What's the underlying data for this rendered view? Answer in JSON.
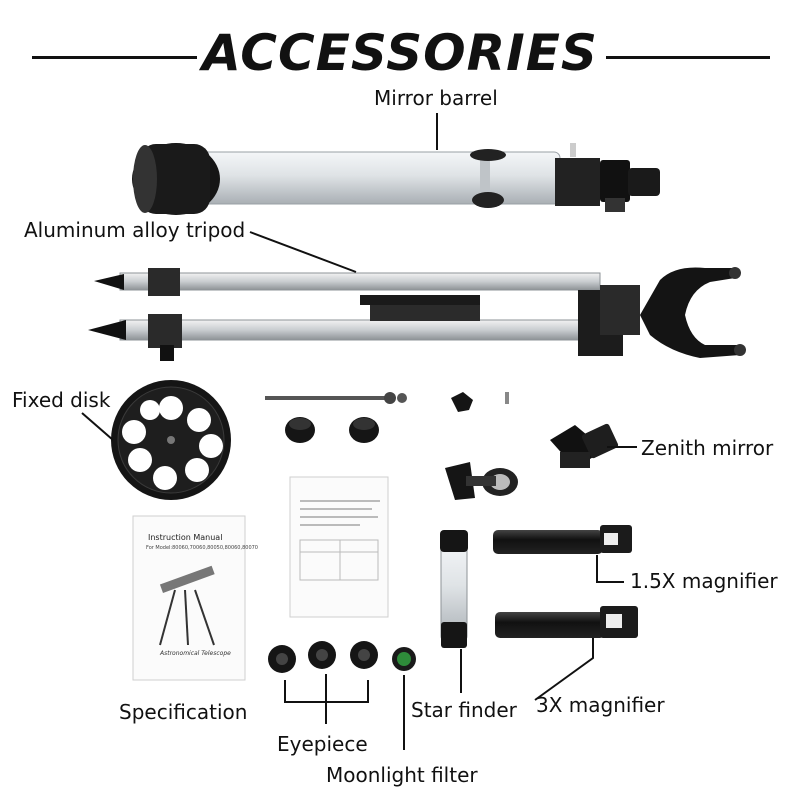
{
  "header": {
    "title": "ACCESSORIES"
  },
  "labels": {
    "mirror_barrel": "Mirror barrel",
    "tripod": "Aluminum alloy tripod",
    "fixed_disk": "Fixed disk",
    "zenith_mirror": "Zenith mirror",
    "magnifier_15x": "1.5X magnifier",
    "magnifier_3x": "3X magnifier",
    "specification": "Specification",
    "eyepiece": "Eyepiece",
    "star_finder": "Star finder",
    "moonlight_filter": "Moonlight filter"
  },
  "manual": {
    "title": "Instruction Manual",
    "models": "For Model:80060,70060,80050,80060,80070",
    "caption": "Astronomical Telescope"
  },
  "colors": {
    "tube_silver": "#dfe3e6",
    "black_parts": "#111111",
    "green_filter": "#2e8b3a"
  }
}
